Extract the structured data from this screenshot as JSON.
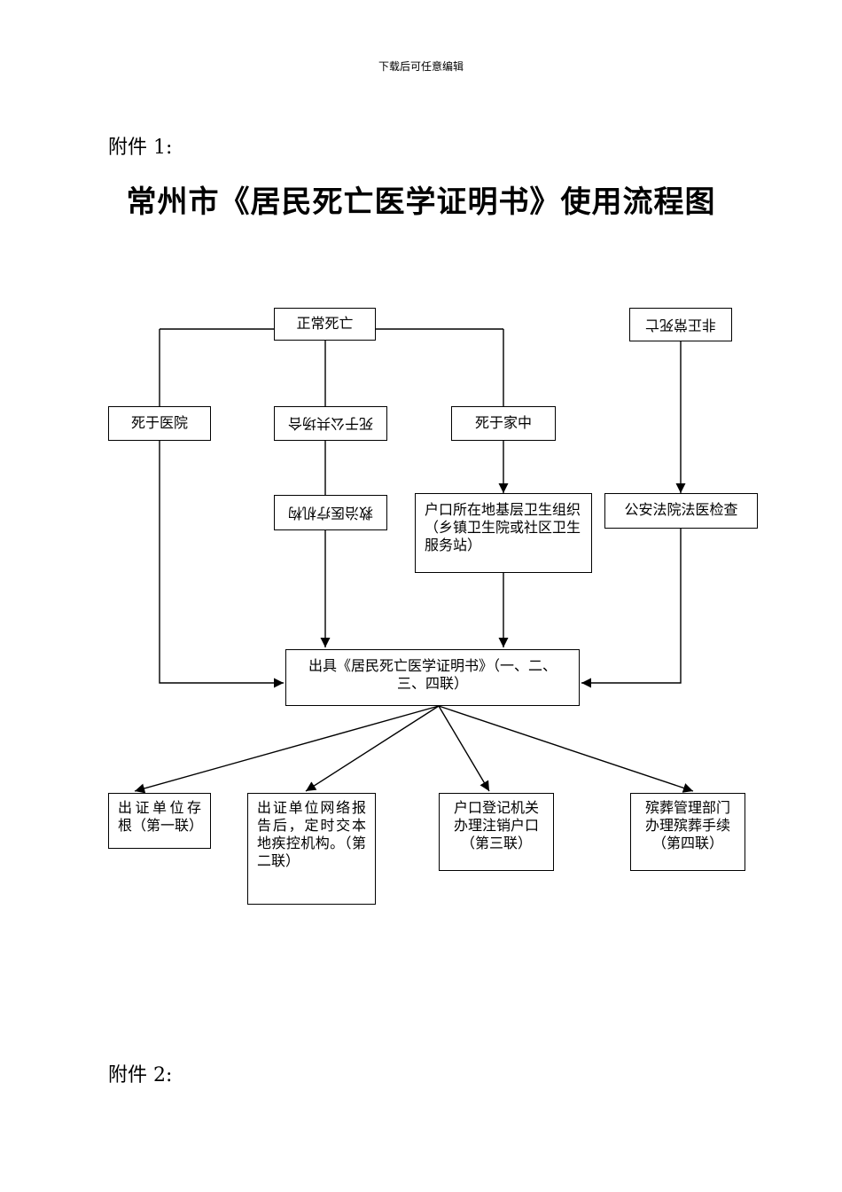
{
  "header_note": "下载后可任意编辑",
  "attachment1_label": "附件 1:",
  "title": "常州市《居民死亡医学证明书》使用流程图",
  "attachment2_label": "附件 2:",
  "nodes": {
    "normal_death": "正常死亡",
    "abnormal_death": "非正常死亡",
    "died_in_hospital": "死于医院",
    "died_in_public_place": "死于公共场合",
    "died_at_home": "死于家中",
    "emergency_medical_institution": "救治医疗机构",
    "community_health_org": "户口所在地基层卫生组织（乡镇卫生院或社区卫生服务站）",
    "police_forensic_exam": "公安法院法医检查",
    "issue_certificate": "出具《居民死亡医学证明书》（一、二、三、四联）",
    "copy1": "出证单位存根（第一联）",
    "copy2": "出证单位网络报告后，定时交本地疾控机构。（第二联）",
    "copy3": "户口登记机关办理注销户口（第三联）",
    "copy4": "殡葬管理部门办理殡葬手续（第四联）"
  }
}
